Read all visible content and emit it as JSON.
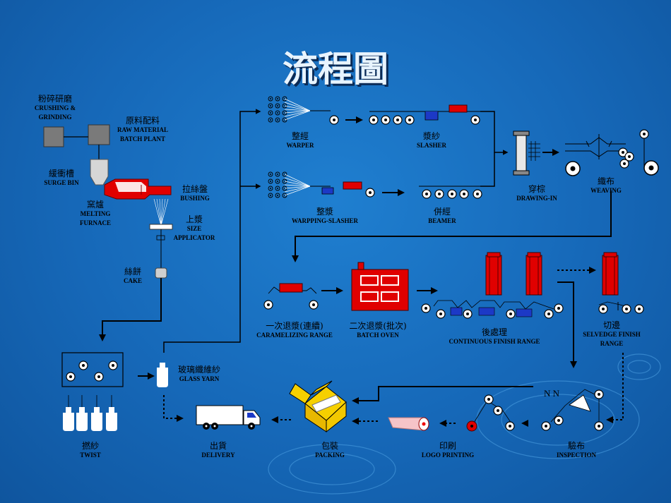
{
  "title": "流程圖",
  "marks": {
    "nn": "N N"
  },
  "steps": {
    "crushing": {
      "zh": "粉碎研磨",
      "en1": "CRUSHING &",
      "en2": "GRINDING"
    },
    "raw_material": {
      "zh": "原料配料",
      "en1": "RAW MATERIAL",
      "en2": "BATCH PLANT"
    },
    "surge_bin": {
      "zh": "緩衝槽",
      "en1": "SURGE BIN"
    },
    "melting_furnace": {
      "zh": "窯爐",
      "en1": "MELTING",
      "en2": "FURNACE"
    },
    "bushing": {
      "zh": "拉絲盤",
      "en1": "BUSHING"
    },
    "size_applicator": {
      "zh": "上漿",
      "en1": "SIZE",
      "en2": "APPLICATOR"
    },
    "cake": {
      "zh": "絲餅",
      "en1": "CAKE"
    },
    "twist": {
      "zh": "撚紗",
      "en1": "TWIST"
    },
    "glass_yarn": {
      "zh": "玻璃纖維紗",
      "en1": "GLASS YARN"
    },
    "warper": {
      "zh": "整經",
      "en1": "WARPER"
    },
    "slasher": {
      "zh": "漿紗",
      "en1": "SLASHER"
    },
    "warping_slasher": {
      "zh": "整漿",
      "en1": "WARPPING-SLASHER"
    },
    "beamer": {
      "zh": "併經",
      "en1": "BEAMER"
    },
    "drawing_in": {
      "zh": "穿棕",
      "en1": "DRAWING-IN"
    },
    "weaving": {
      "zh": "織布",
      "en1": "WEAVING"
    },
    "caramelizing": {
      "zh": "一次退漿(連續)",
      "en1": "CARAMELIZING  RANGE"
    },
    "batch_oven": {
      "zh": "二次退漿(批次)",
      "en1": "BATCH OVEN"
    },
    "finish_range": {
      "zh": "後處理",
      "en1": "CONTINUOUS FINISH RANGE"
    },
    "selvedge": {
      "zh": "切邊",
      "en1": "SELVEDGE FINISH",
      "en2": "RANGE"
    },
    "inspection": {
      "zh": "驗布",
      "en1": "INSPECTION"
    },
    "logo_printing": {
      "zh": "印刷",
      "en1": "LOGO PRINTING"
    },
    "packing": {
      "zh": "包裝",
      "en1": "PACKING"
    },
    "delivery": {
      "zh": "出貨",
      "en1": "DELIVERY"
    }
  }
}
